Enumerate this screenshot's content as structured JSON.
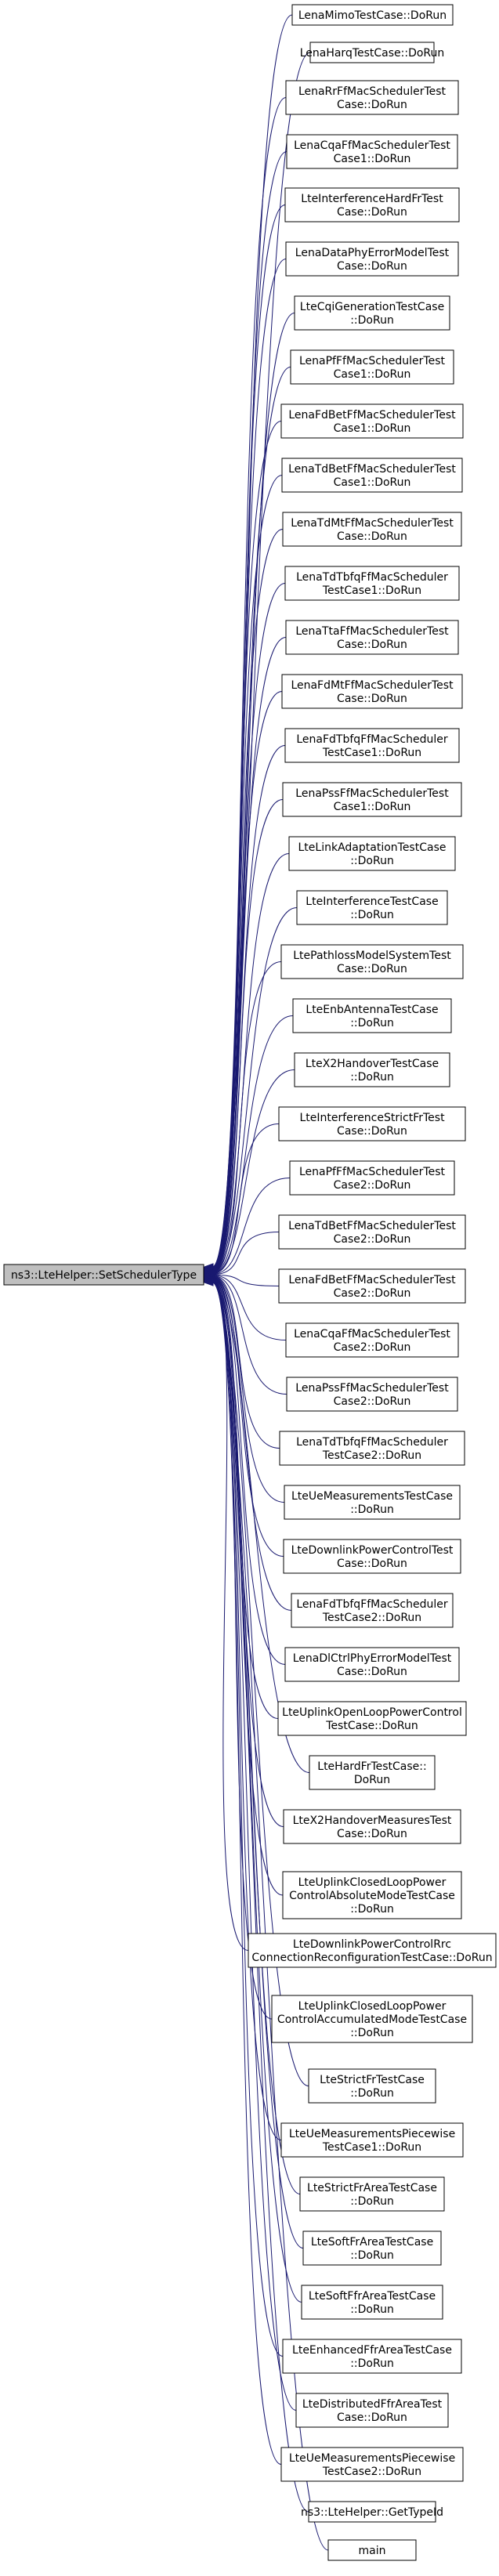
{
  "root": {
    "lines": [
      "ns3::LteHelper::SetSchedulerType"
    ]
  },
  "callers": [
    {
      "lines": [
        "LenaMimoTestCase::DoRun"
      ]
    },
    {
      "lines": [
        "LenaHarqTestCase::DoRun"
      ]
    },
    {
      "lines": [
        "LenaRrFfMacSchedulerTest",
        "Case::DoRun"
      ]
    },
    {
      "lines": [
        "LenaCqaFfMacSchedulerTest",
        "Case1::DoRun"
      ]
    },
    {
      "lines": [
        "LteInterferenceHardFrTest",
        "Case::DoRun"
      ]
    },
    {
      "lines": [
        "LenaDataPhyErrorModelTest",
        "Case::DoRun"
      ]
    },
    {
      "lines": [
        "LteCqiGenerationTestCase",
        "::DoRun"
      ]
    },
    {
      "lines": [
        "LenaPfFfMacSchedulerTest",
        "Case1::DoRun"
      ]
    },
    {
      "lines": [
        "LenaFdBetFfMacSchedulerTest",
        "Case1::DoRun"
      ]
    },
    {
      "lines": [
        "LenaTdBetFfMacSchedulerTest",
        "Case1::DoRun"
      ]
    },
    {
      "lines": [
        "LenaTdMtFfMacSchedulerTest",
        "Case::DoRun"
      ]
    },
    {
      "lines": [
        "LenaTdTbfqFfMacScheduler",
        "TestCase1::DoRun"
      ]
    },
    {
      "lines": [
        "LenaTtaFfMacSchedulerTest",
        "Case::DoRun"
      ]
    },
    {
      "lines": [
        "LenaFdMtFfMacSchedulerTest",
        "Case::DoRun"
      ]
    },
    {
      "lines": [
        "LenaFdTbfqFfMacScheduler",
        "TestCase1::DoRun"
      ]
    },
    {
      "lines": [
        "LenaPssFfMacSchedulerTest",
        "Case1::DoRun"
      ]
    },
    {
      "lines": [
        "LteLinkAdaptationTestCase",
        "::DoRun"
      ]
    },
    {
      "lines": [
        "LteInterferenceTestCase",
        "::DoRun"
      ]
    },
    {
      "lines": [
        "LtePathlossModelSystemTest",
        "Case::DoRun"
      ]
    },
    {
      "lines": [
        "LteEnbAntennaTestCase",
        "::DoRun"
      ]
    },
    {
      "lines": [
        "LteX2HandoverTestCase",
        "::DoRun"
      ]
    },
    {
      "lines": [
        "LteInterferenceStrictFrTest",
        "Case::DoRun"
      ]
    },
    {
      "lines": [
        "LenaPfFfMacSchedulerTest",
        "Case2::DoRun"
      ]
    },
    {
      "lines": [
        "LenaTdBetFfMacSchedulerTest",
        "Case2::DoRun"
      ]
    },
    {
      "lines": [
        "LenaFdBetFfMacSchedulerTest",
        "Case2::DoRun"
      ]
    },
    {
      "lines": [
        "LenaCqaFfMacSchedulerTest",
        "Case2::DoRun"
      ]
    },
    {
      "lines": [
        "LenaPssFfMacSchedulerTest",
        "Case2::DoRun"
      ]
    },
    {
      "lines": [
        "LenaTdTbfqFfMacScheduler",
        "TestCase2::DoRun"
      ]
    },
    {
      "lines": [
        "LteUeMeasurementsTestCase",
        "::DoRun"
      ]
    },
    {
      "lines": [
        "LteDownlinkPowerControlTest",
        "Case::DoRun"
      ]
    },
    {
      "lines": [
        "LenaFdTbfqFfMacScheduler",
        "TestCase2::DoRun"
      ]
    },
    {
      "lines": [
        "LenaDlCtrlPhyErrorModelTest",
        "Case::DoRun"
      ]
    },
    {
      "lines": [
        "LteUplinkOpenLoopPowerControl",
        "TestCase::DoRun"
      ]
    },
    {
      "lines": [
        "LteHardFrTestCase::",
        "DoRun"
      ]
    },
    {
      "lines": [
        "LteX2HandoverMeasuresTest",
        "Case::DoRun"
      ]
    },
    {
      "lines": [
        "LteUplinkClosedLoopPower",
        "ControlAbsoluteModeTestCase",
        "::DoRun"
      ]
    },
    {
      "lines": [
        "LteDownlinkPowerControlRrc",
        "ConnectionReconfigurationTestCase::DoRun"
      ]
    },
    {
      "lines": [
        "LteUplinkClosedLoopPower",
        "ControlAccumulatedModeTestCase",
        "::DoRun"
      ]
    },
    {
      "lines": [
        "LteStrictFrTestCase",
        "::DoRun"
      ]
    },
    {
      "lines": [
        "LteUeMeasurementsPiecewise",
        "TestCase1::DoRun"
      ]
    },
    {
      "lines": [
        "LteStrictFrAreaTestCase",
        "::DoRun"
      ]
    },
    {
      "lines": [
        "LteSoftFrAreaTestCase",
        "::DoRun"
      ]
    },
    {
      "lines": [
        "LteSoftFfrAreaTestCase",
        "::DoRun"
      ]
    },
    {
      "lines": [
        "LteEnhancedFfrAreaTestCase",
        "::DoRun"
      ]
    },
    {
      "lines": [
        "LteDistributedFfrAreaTest",
        "Case::DoRun"
      ]
    },
    {
      "lines": [
        "LteUeMeasurementsPiecewise",
        "TestCase2::DoRun"
      ]
    },
    {
      "lines": [
        "ns3::LteHelper::GetTypeId"
      ]
    },
    {
      "lines": [
        "main"
      ]
    }
  ],
  "colors": {
    "edge": "#191970",
    "root_fill": "#bfbfbf",
    "node_fill": "#ffffff",
    "border": "#000000"
  }
}
